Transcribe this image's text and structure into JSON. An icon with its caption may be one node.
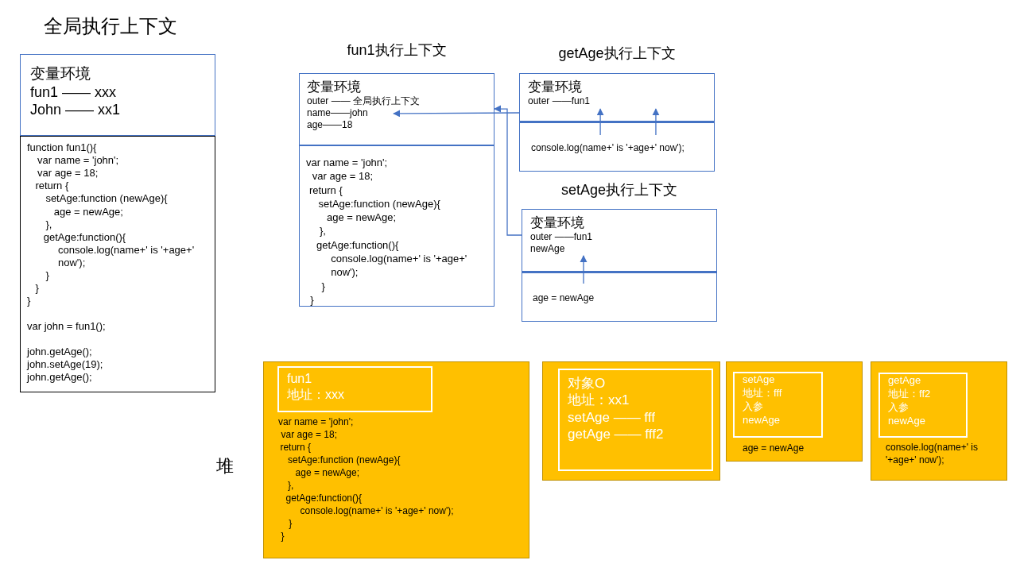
{
  "diagram": {
    "nodes": [
      {
        "text": [
          "全局执行上下文"
        ]
      },
      {
        "text": [
          "变量环境",
          "fun1 —— xxx",
          "John —— xx1"
        ],
        "in": 0
      },
      {
        "text": [
          "function fun1(){",
          "var name = 'john';",
          "var age = 18;",
          "return {",
          "setAge:function (newAge){",
          "age = newAge;",
          "},",
          "getAge:function(){",
          "console.log(name+' is '+age+' now');",
          "}",
          "}",
          "}",
          "var john = fun1();",
          "john.getAge();",
          "john.setAge(19);",
          "john.getAge();"
        ],
        "in": 0
      },
      {
        "text": [
          "fun1执行上下文"
        ]
      },
      {
        "text": [
          "变量环境",
          "outer —— 全局执行上下文",
          "name——john",
          "age——18"
        ],
        "in": 3
      },
      {
        "text": [
          "var name = 'john';",
          "var age = 18;",
          "return {",
          "setAge:function (newAge){",
          "age = newAge;",
          "},",
          "getAge:function(){",
          "console.log(name+' is '+age+' now');",
          "}",
          "}"
        ],
        "in": 3
      },
      {
        "text": [
          "getAge执行上下文"
        ]
      },
      {
        "text": [
          "变量环境",
          "outer ——fun1"
        ],
        "in": 6
      },
      {
        "text": [
          "console.log(name+' is '+age+' now');"
        ],
        "in": 6
      },
      {
        "text": [
          "setAge执行上下文"
        ]
      },
      {
        "text": [
          "变量环境",
          "outer ——fun1",
          "newAge"
        ],
        "in": 9
      },
      {
        "text": [
          "age = newAge"
        ],
        "in": 9
      },
      {
        "text": [
          "var name = 'john';",
          "var age = 18;",
          "return {",
          "setAge:function (newAge){",
          "age = newAge;",
          "},",
          "getAge:function(){",
          "console.log(name+' is '+age+' now');",
          "}",
          "}"
        ]
      },
      {
        "text": [
          "fun1",
          "地址：xxx"
        ],
        "in": 12
      },
      {
        "text": [],
        "shape": "box"
      },
      {
        "text": [
          "对象O",
          "地址：xx1",
          "setAge —— fff",
          "getAge —— fff2"
        ],
        "in": 14
      },
      {
        "text": [
          "age = newAge"
        ]
      },
      {
        "text": [
          "setAge",
          "地址：fff",
          "入参",
          "newAge"
        ],
        "in": 16
      },
      {
        "text": [
          "console.log(name+' is '+age+' now');"
        ]
      },
      {
        "text": [
          "getAge",
          "地址：ff2",
          "入参",
          "newAge"
        ],
        "in": 18
      }
    ],
    "edges": [
      {
        "from": 7,
        "to": 4,
        "arrow": "to"
      },
      {
        "from": 10,
        "to": 4,
        "arrow": "to"
      },
      {
        "from": 8,
        "to": 7,
        "arrow": "to"
      },
      {
        "from": 8,
        "to": 7,
        "arrow": "to"
      },
      {
        "from": 11,
        "to": 10,
        "arrow": "to"
      }
    ],
    "labels": [
      "堆"
    ]
  }
}
